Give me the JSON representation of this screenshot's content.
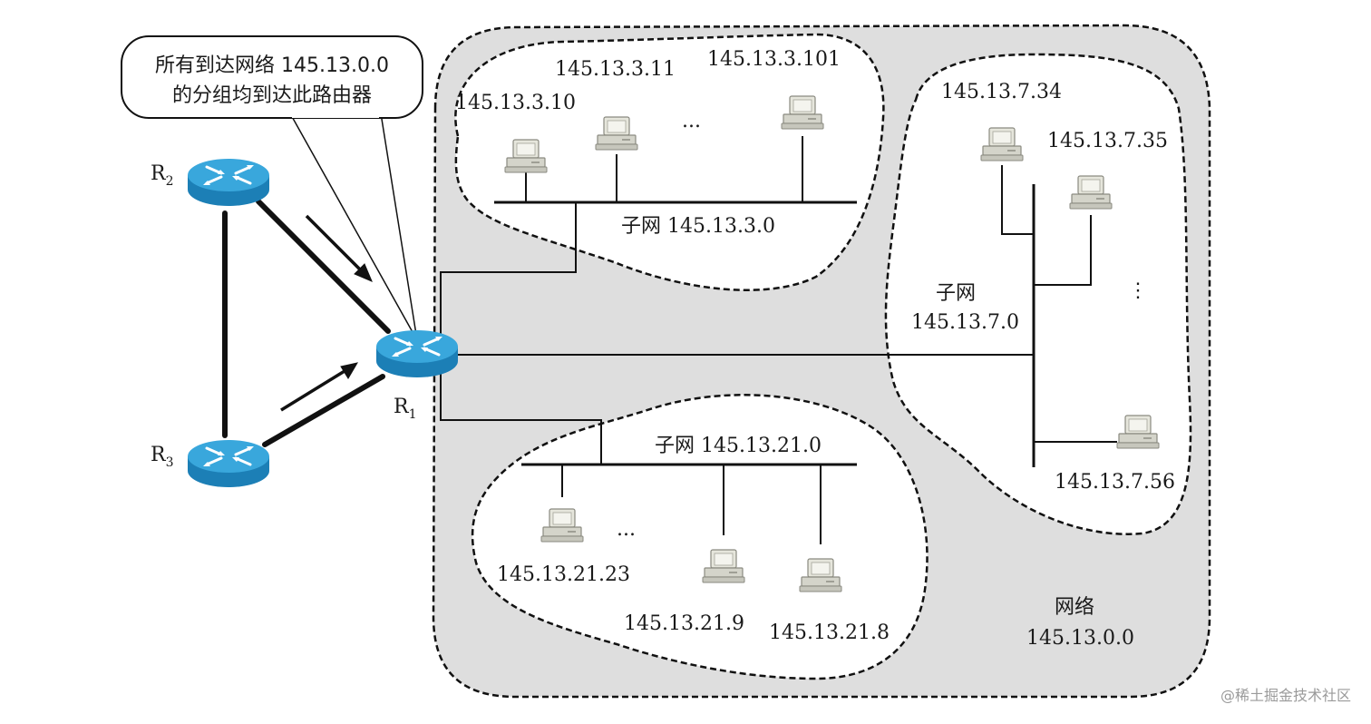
{
  "callout": {
    "line1": "所有到达网络 145.13.0.0",
    "line2": "的分组均到达此路由器"
  },
  "routers": {
    "r1": {
      "letter": "R",
      "sub": "1"
    },
    "r2": {
      "letter": "R",
      "sub": "2"
    },
    "r3": {
      "letter": "R",
      "sub": "3"
    }
  },
  "network": {
    "line1": "网络",
    "line2": "145.13.0.0"
  },
  "subnet3": {
    "label": "子网 145.13.3.0",
    "hosts": [
      "145.13.3.10",
      "145.13.3.11",
      "145.13.3.101"
    ],
    "ellipsis": "..."
  },
  "subnet7": {
    "label_line1": "子网",
    "label_line2": "145.13.7.0",
    "hosts": [
      "145.13.7.34",
      "145.13.7.35",
      "145.13.7.56"
    ],
    "ellipsis": "⋮"
  },
  "subnet21": {
    "label": "子网 145.13.21.0",
    "hosts": [
      "145.13.21.23",
      "145.13.21.9",
      "145.13.21.8"
    ],
    "ellipsis": "..."
  },
  "watermark": "@稀土掘金技术社区",
  "colors": {
    "network_fill": "#dedede",
    "router_body": "#1f8fc8",
    "router_top": "#3aaee0",
    "computer": "#d9d9cf"
  }
}
